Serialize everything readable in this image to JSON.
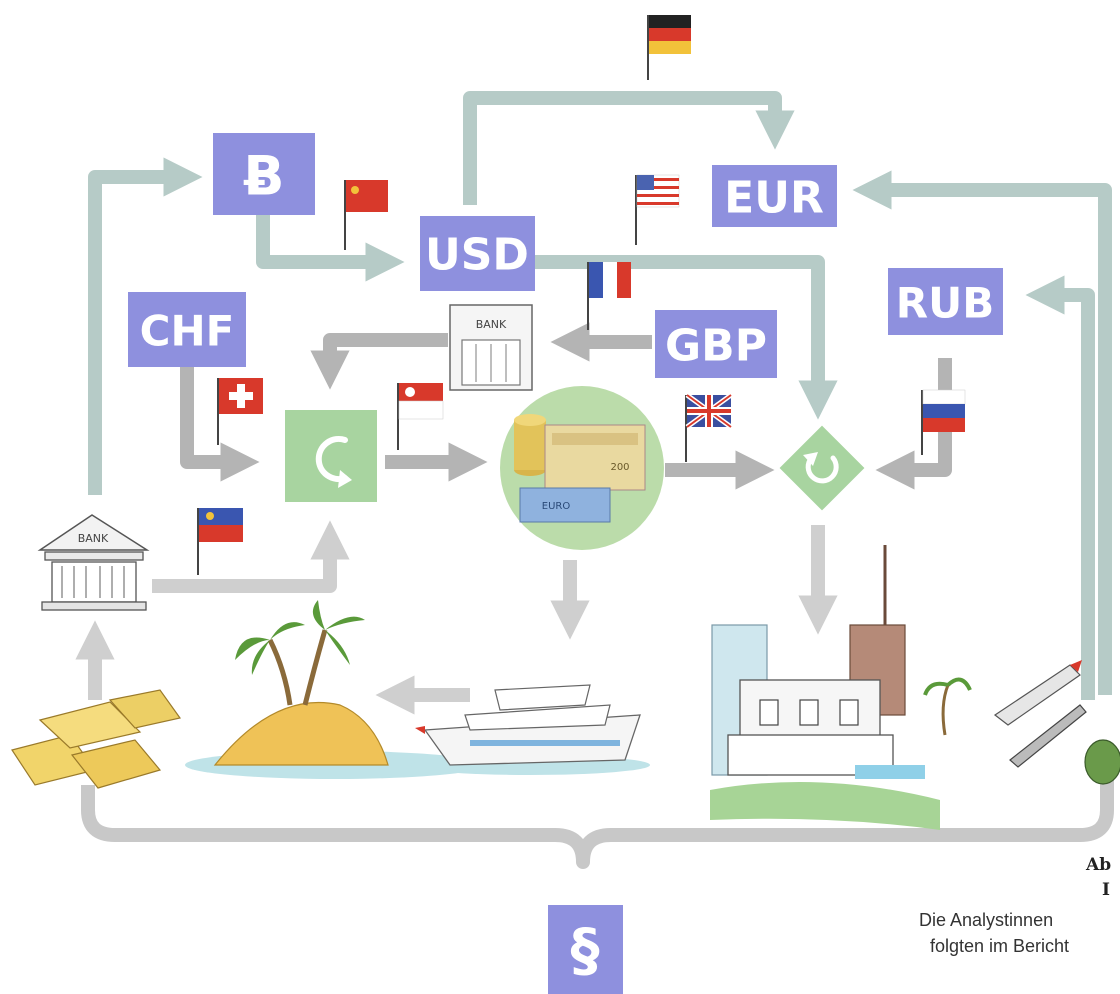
{
  "currencies": {
    "bitcoin": "Ƀ",
    "usd": "USD",
    "eur": "EUR",
    "chf": "CHF",
    "gbp": "GBP",
    "rub": "RUB"
  },
  "bank_label": "BANK",
  "banknote_labels": {
    "euro": "EURO",
    "note": "200"
  },
  "legal_symbol": "§",
  "caption": {
    "heading_line_1": "Ab",
    "heading_line_2": "I",
    "text_line_1": "Die Analystinnen",
    "text_line_2": "folgten im Bericht"
  },
  "colors": {
    "currency_box": "#8e90de",
    "teal_arrow": "#b6cbc7",
    "grey_arrow": "#b4b4b4",
    "green_box": "#a8d4a0"
  }
}
